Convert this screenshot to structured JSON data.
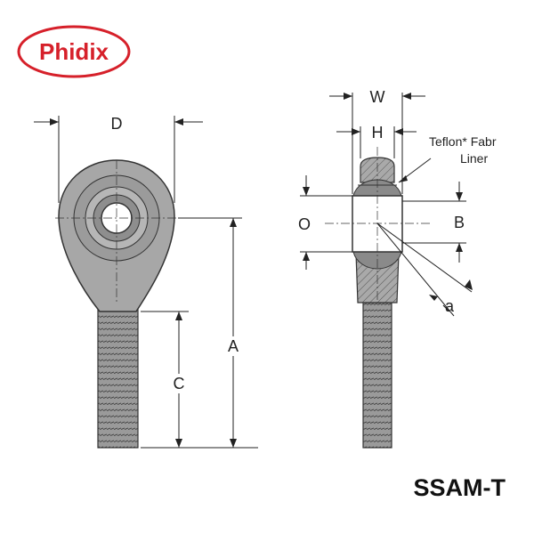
{
  "brand": {
    "name": "Phidix",
    "color": "#d6202a"
  },
  "model": "SSAM-T",
  "dimensions": {
    "D": "D",
    "A": "A",
    "C": "C",
    "W": "W",
    "H": "H",
    "O": "O",
    "B": "B",
    "a": "a"
  },
  "liner_note": {
    "line1": "Teflon* Fabr",
    "line2": "Liner"
  },
  "colors": {
    "part_fill": "#a7a7a7",
    "part_dark": "#7d7d7d",
    "line": "#222222"
  }
}
